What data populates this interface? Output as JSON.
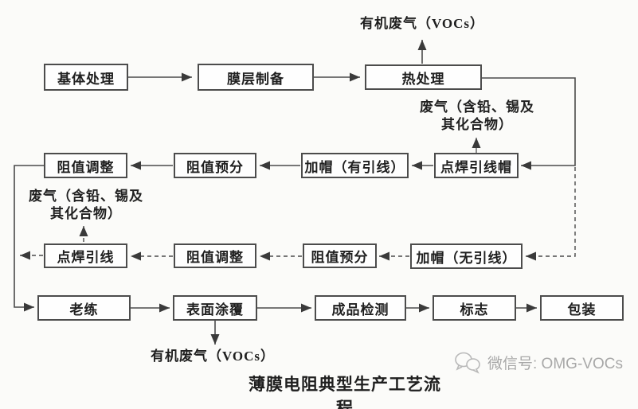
{
  "title": "薄膜电阻典型生产工艺流程",
  "nodes": {
    "substrate": "基体处理",
    "film_prep": "膜层制备",
    "heat_treat": "热处理",
    "weld_cap": "点焊引线帽",
    "cap_with_lead": "加帽（有引线）",
    "presort_a": "阻值预分",
    "adjust_a": "阻值调整",
    "cap_no_lead": "加帽（无引线）",
    "presort_b": "阻值预分",
    "adjust_b": "阻值调整",
    "weld_lead": "点焊引线",
    "aging": "老练",
    "surface_coat": "表面涂覆",
    "final_test": "成品检测",
    "marking": "标志",
    "packaging": "包装"
  },
  "emissions": {
    "voc_top": "有机废气（VOCs）",
    "voc_bottom": "有机废气（VOCs）",
    "pb_sn_right_line1": "废气（含铅、锡及",
    "pb_sn_right_line2": "其化合物）",
    "pb_sn_left_line1": "废气（含铅、锡及",
    "pb_sn_left_line2": "其化合物）"
  },
  "watermark": {
    "label": "微信号: OMG-VOCs",
    "icon": "wechat-icon"
  },
  "colors": {
    "line": "#4a4a4a",
    "text": "#1f1f1f",
    "watermark": "#a8a8a8"
  }
}
